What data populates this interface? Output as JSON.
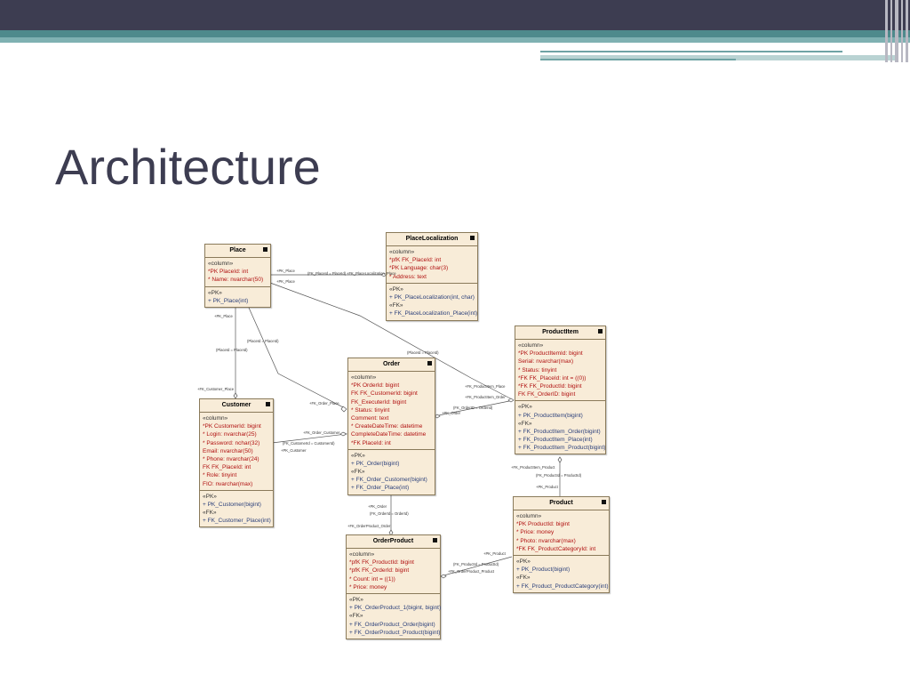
{
  "slide": {
    "title": "Architecture",
    "accent_colors": {
      "bar": "#3d3d51",
      "teal": "#4e8a8c",
      "teal_light": "#7fb1b2"
    }
  },
  "diagram": {
    "tables": [
      {
        "id": "place",
        "name": "Place",
        "sections": [
          {
            "rows": [
              {
                "t": "«column»",
                "c": "st"
              },
              {
                "t": "*PK PlaceId:  int",
                "c": "pk"
              },
              {
                "t": "*      Name:  nvarchar(50)",
                "c": "pk"
              }
            ]
          },
          {
            "rows": [
              {
                "t": "«PK»",
                "c": "st"
              },
              {
                "t": "+      PK_Place(int)",
                "c": "fnc"
              }
            ]
          }
        ]
      },
      {
        "id": "placeloc",
        "name": "PlaceLocalization",
        "sections": [
          {
            "rows": [
              {
                "t": "«column»",
                "c": "st"
              },
              {
                "t": "*pfK FK_PlaceId:  int",
                "c": "pk"
              },
              {
                "t": "*PK Language:  char(3)",
                "c": "pk"
              },
              {
                "t": "*      Address:  text",
                "c": "pk"
              }
            ]
          },
          {
            "rows": [
              {
                "t": "«PK»",
                "c": "st"
              },
              {
                "t": "+      PK_PlaceLocalization(int, char)",
                "c": "fnc"
              },
              {
                "t": "«FK»",
                "c": "st"
              },
              {
                "t": "+      FK_PlaceLocalization_Place(int)",
                "c": "fnc"
              }
            ]
          }
        ]
      },
      {
        "id": "productitem",
        "name": "ProductItem",
        "sections": [
          {
            "rows": [
              {
                "t": "«column»",
                "c": "st"
              },
              {
                "t": "*PK ProductItemId:  bigint",
                "c": "pk"
              },
              {
                "t": "       Serial:  nvarchar(max)",
                "c": "pk"
              },
              {
                "t": "*      Status:  tinyint",
                "c": "pk"
              },
              {
                "t": "*FK FK_PlaceId:  int = ((0))",
                "c": "pk"
              },
              {
                "t": "*FK FK_ProductId:  bigint",
                "c": "pk"
              },
              {
                "t": "FK  FK_OrderID:  bigint",
                "c": "pk"
              }
            ]
          },
          {
            "rows": [
              {
                "t": "«PK»",
                "c": "st"
              },
              {
                "t": "+      PK_ProductItem(bigint)",
                "c": "fnc"
              },
              {
                "t": "«FK»",
                "c": "st"
              },
              {
                "t": "+      FK_ProductItem_Order(bigint)",
                "c": "fnc"
              },
              {
                "t": "+      FK_ProductItem_Place(int)",
                "c": "fnc"
              },
              {
                "t": "+      FK_ProductItem_Product(bigint)",
                "c": "fnc"
              }
            ]
          }
        ]
      },
      {
        "id": "order",
        "name": "Order",
        "sections": [
          {
            "rows": [
              {
                "t": "«column»",
                "c": "st"
              },
              {
                "t": "*PK OrderId:  bigint",
                "c": "pk"
              },
              {
                "t": " FK  FK_CustomerId:  bigint",
                "c": "pk"
              },
              {
                "t": "       FK_ExecuterId:  bigint",
                "c": "pk"
              },
              {
                "t": "*      Status:  tinyint",
                "c": "pk"
              },
              {
                "t": "       Comment:  text",
                "c": "pk"
              },
              {
                "t": "*      CreateDateTime:  datetime",
                "c": "pk"
              },
              {
                "t": "       CompleteDateTime:  datetime",
                "c": "pk"
              },
              {
                "t": "*FK PlaceId:  int",
                "c": "pk"
              }
            ]
          },
          {
            "rows": [
              {
                "t": "«PK»",
                "c": "st"
              },
              {
                "t": "+      PK_Order(bigint)",
                "c": "fnc"
              },
              {
                "t": "«FK»",
                "c": "st"
              },
              {
                "t": "+      FK_Order_Customer(bigint)",
                "c": "fnc"
              },
              {
                "t": "+      FK_Order_Place(int)",
                "c": "fnc"
              }
            ]
          }
        ]
      },
      {
        "id": "customer",
        "name": "Customer",
        "sections": [
          {
            "rows": [
              {
                "t": "«column»",
                "c": "st"
              },
              {
                "t": "*PK CustomerId:  bigint",
                "c": "pk"
              },
              {
                "t": "*      Login:  nvarchar(25)",
                "c": "pk"
              },
              {
                "t": "*      Password:  nchar(32)",
                "c": "pk"
              },
              {
                "t": "       Email:  nvarchar(50)",
                "c": "pk"
              },
              {
                "t": "*      Phone:  nvarchar(24)",
                "c": "pk"
              },
              {
                "t": "FK  FK_PlaceId:  int",
                "c": "pk"
              },
              {
                "t": "*      Role:  tinyint",
                "c": "pk"
              },
              {
                "t": "       FIO:  nvarchar(max)",
                "c": "pk"
              }
            ]
          },
          {
            "rows": [
              {
                "t": "«PK»",
                "c": "st"
              },
              {
                "t": "+      PK_Customer(bigint)",
                "c": "fnc"
              },
              {
                "t": "«FK»",
                "c": "st"
              },
              {
                "t": "+      FK_Customer_Place(int)",
                "c": "fnc"
              }
            ]
          }
        ]
      },
      {
        "id": "product",
        "name": "Product",
        "sections": [
          {
            "rows": [
              {
                "t": "«column»",
                "c": "st"
              },
              {
                "t": "*PK ProductId:  bigint",
                "c": "pk"
              },
              {
                "t": "*      Price:  money",
                "c": "pk"
              },
              {
                "t": "*      Photo:  nvarchar(max)",
                "c": "pk"
              },
              {
                "t": "*FK FK_ProductCategoryId:  int",
                "c": "pk"
              }
            ]
          },
          {
            "rows": [
              {
                "t": "«PK»",
                "c": "st"
              },
              {
                "t": "+      PK_Product(bigint)",
                "c": "fnc"
              },
              {
                "t": "«FK»",
                "c": "st"
              },
              {
                "t": "+      FK_Product_ProductCategory(int)",
                "c": "fnc"
              }
            ]
          }
        ]
      },
      {
        "id": "orderproduct",
        "name": "OrderProduct",
        "sections": [
          {
            "rows": [
              {
                "t": "«column»",
                "c": "st"
              },
              {
                "t": "*pfK FK_ProductId:  bigint",
                "c": "pk"
              },
              {
                "t": "*pfK FK_OrderId:  bigint",
                "c": "pk"
              },
              {
                "t": "*      Count:  int = ((1))",
                "c": "pk"
              },
              {
                "t": "*      Price:  money",
                "c": "pk"
              }
            ]
          },
          {
            "rows": [
              {
                "t": "«PK»",
                "c": "st"
              },
              {
                "t": "+      PK_OrderProduct_1(bigint, bigint)",
                "c": "fnc"
              },
              {
                "t": "«FK»",
                "c": "st"
              },
              {
                "t": "+      FK_OrderProduct_Order(bigint)",
                "c": "fnc"
              },
              {
                "t": "+      FK_OrderProduct_Product(bigint)",
                "c": "fnc"
              }
            ]
          }
        ]
      }
    ],
    "connector_labels": [
      "+PK_Place",
      "(FK_PlaceId = PlaceId)",
      "+FK_PlaceLocalization_Place",
      "+PK_Place",
      "+PK_Place",
      "(PlaceId = PlaceId)",
      "(PlaceId = PlaceId)",
      "+FK_Customer_Place",
      "+FK_Order_Place",
      "(PlaceId = PlaceId)",
      "+FK_ProductItem_Place",
      "+FK_ProductItem_Order",
      "(FK_OrderID = OrderId)",
      "+PK_Order",
      "+FK_Order_Customer",
      "(FK_CustomerId = CustomerId)",
      "+PK_Customer",
      "+FK_ProductItem_Product",
      "(FK_ProductId = ProductId)",
      "+PK_Product",
      "+PK_Order",
      "(FK_OrderId = OrderId)",
      "+FK_OrderProduct_Order",
      "+PK_Product",
      "(FK_ProductId = ProductId)",
      "+FK_OrderProduct_Product"
    ]
  }
}
